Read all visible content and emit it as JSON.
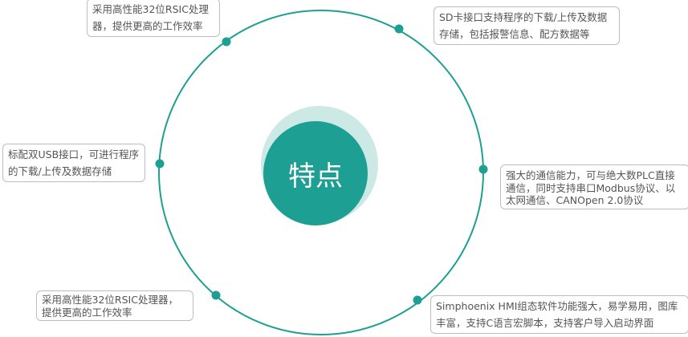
{
  "center_label": "特点",
  "colors": {
    "accent": "#1d9f93",
    "light": "#cde9e6"
  },
  "features": [
    {
      "text": "采用高性能32位RSIC处理器，提供更高的工作效率"
    },
    {
      "text": "SD卡接口支持程序的下载/上传及数据存储，包括报警信息、配方数据等"
    },
    {
      "text": "标配双USB接口，可进行程序的下载/上传及数据存储"
    },
    {
      "text": "强大的通信能力，可与绝大数PLC直接通信，同时支持串口Modbus协议、以太网通信、CANOpen 2.0协议"
    },
    {
      "text": "采用高性能32位RSIC处理器，提供更高的工作效率"
    },
    {
      "text": "Simphoenix HMI组态软件功能强大，易学易用，图库丰富，支持C语言宏脚本，支持客户导入启动界面"
    }
  ]
}
